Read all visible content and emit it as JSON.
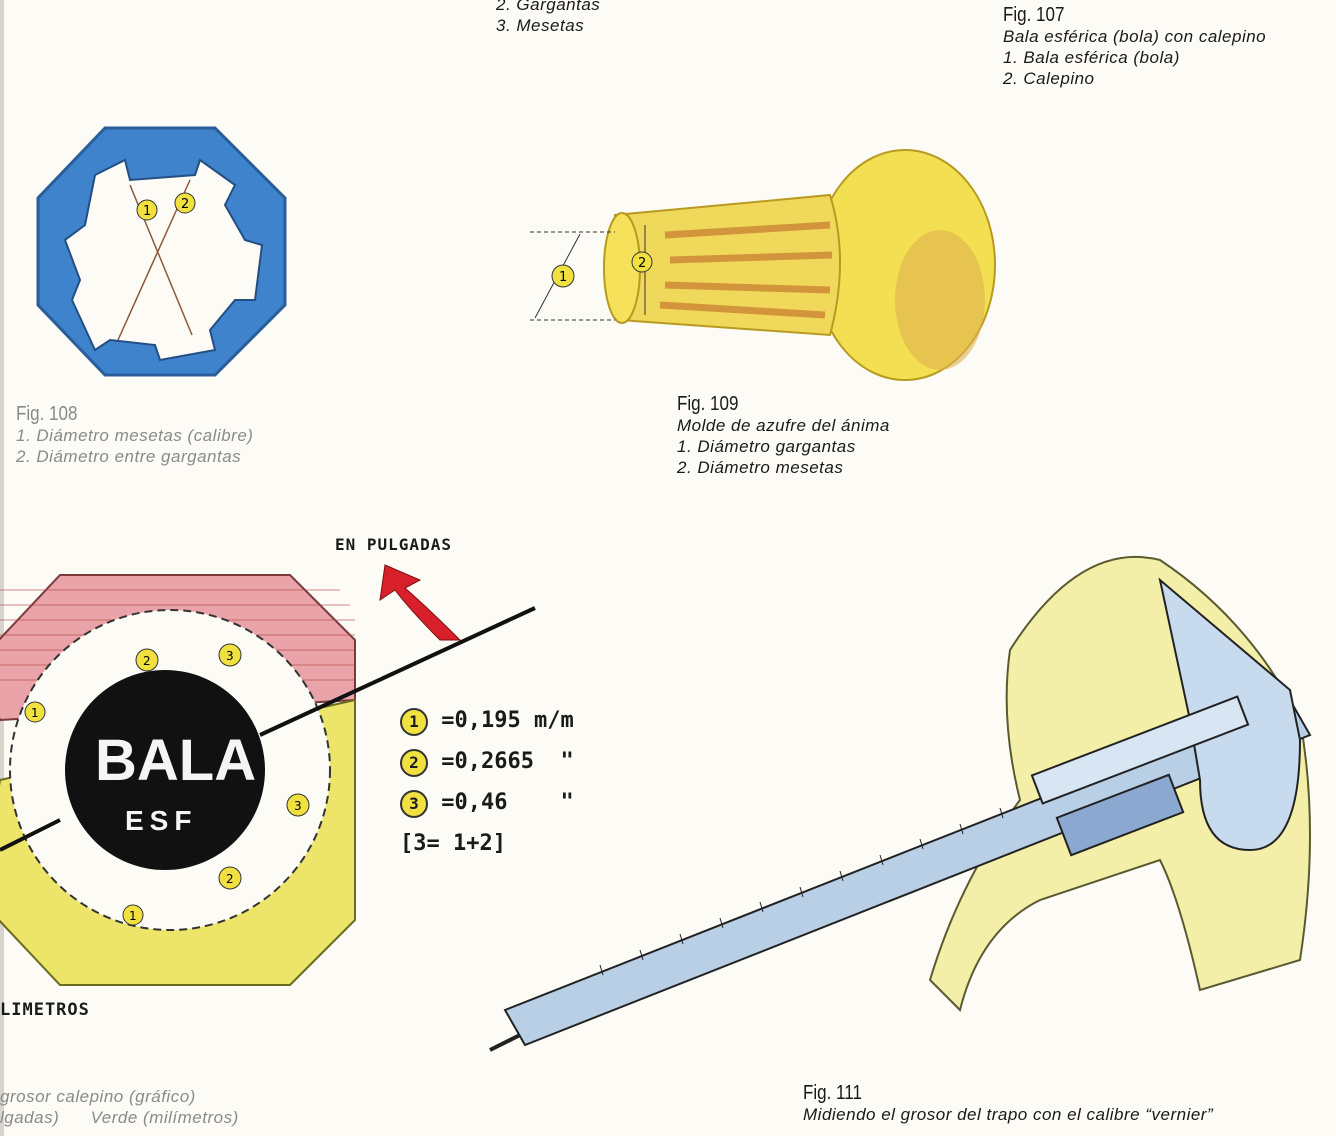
{
  "top_caption": {
    "items": [
      "2. Gargantas",
      "3. Mesetas"
    ]
  },
  "fig107": {
    "title": "Fig. 107",
    "caption": "Bala esférica (bola) con calepino",
    "items": [
      "1. Bala esférica (bola)",
      "2. Calepino"
    ]
  },
  "fig108": {
    "title": "Fig. 108",
    "items": [
      "1. Diámetro mesetas (calibre)",
      "2. Diámetro entre gargantas"
    ],
    "markers": [
      "1",
      "2"
    ],
    "color": "#3a7fc8"
  },
  "fig109": {
    "title": "Fig. 109",
    "caption": "Molde de azufre del ánima",
    "items": [
      "1. Diámetro gargantas",
      "2. Diámetro mesetas"
    ],
    "markers": [
      "1",
      "2"
    ],
    "color": "#f2e04a"
  },
  "fig110": {
    "arrow_label": "EN PULGADAS",
    "bullet_text": "BALA",
    "bullet_subtext": "ESF",
    "mm_label": "LIMETROS",
    "legend": [
      {
        "marker": "1",
        "value": "=0,195 m/m"
      },
      {
        "marker": "2",
        "value": "=0,2665  \""
      },
      {
        "marker": "3",
        "value": "=0,46    \""
      }
    ],
    "formula": "[3= 1+2]",
    "caption_lines": [
      "grosor calepino (gráfico)",
      "lgadas)      Verde (milímetros)"
    ],
    "diagram_markers": [
      "2",
      "3",
      "1",
      "3",
      "2",
      "1"
    ],
    "colors": {
      "pink": "#e89aa0",
      "yellow": "#ece56a",
      "red": "#d8202a"
    }
  },
  "fig111": {
    "title": "Fig. 111",
    "caption": "Midiendo el grosor del trapo con el calibre “vernier”"
  }
}
